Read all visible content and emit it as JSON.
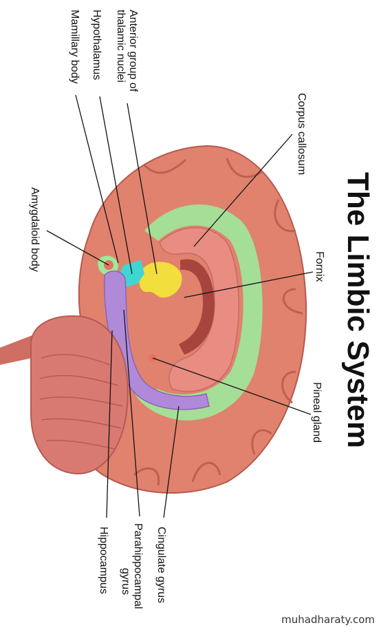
{
  "title": "The Limbic System",
  "watermark": "muhadharaty.com",
  "labels": {
    "anterior_thalamic_1": "Anterior group of",
    "anterior_thalamic_2": "thalamic nuclei",
    "hypothalamus": "Hypothalamus",
    "mamillary_body": "Mamillary body",
    "corpus_callosum": "Corpus callosum",
    "amygdaloid_body": "Amygdaloid body",
    "fornix": "Fornix",
    "pineal_gland": "Pineal gland",
    "cingulate_gyrus": "Cingulate gyrus",
    "parahippocampal_1": "Parahippocampal",
    "parahippocampal_2": "gyrus",
    "hippocampus": "Hippocampus"
  },
  "colors": {
    "cortex": "#e0826e",
    "cortex_dark": "#c9654f",
    "limbic_green": "#9ee89a",
    "corpus_callosum": "#e98c82",
    "fornix": "#a8443e",
    "thalamic_nuclei": "#f2de3c",
    "hypothalamus": "#3fd6d2",
    "hippocampus": "#b08ad9",
    "cerebellum": "#d97a72"
  }
}
